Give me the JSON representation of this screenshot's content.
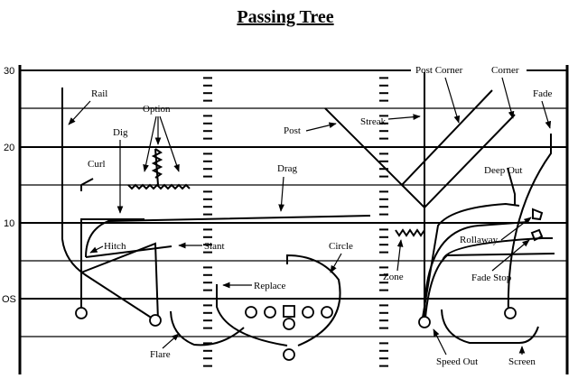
{
  "title": "Passing Tree",
  "yard_labels": {
    "thirty": "30",
    "twenty": "20",
    "ten": "10",
    "os": "OS"
  },
  "route_labels": {
    "rail": "Rail",
    "option": "Option",
    "dig": "Dig",
    "curl": "Curl",
    "hitch": "Hitch",
    "slant": "Slant",
    "flare": "Flare",
    "replace": "Replace",
    "drag": "Drag",
    "circle": "Circle",
    "post": "Post",
    "streak": "Streak",
    "post_corner": "Post Corner",
    "corner": "Corner",
    "fade": "Fade",
    "deep_out": "Deep Out",
    "rollaway": "Rollaway",
    "zone": "Zone",
    "fade_stop": "Fade Stop",
    "speed_out": "Speed Out",
    "screen": "Screen"
  }
}
